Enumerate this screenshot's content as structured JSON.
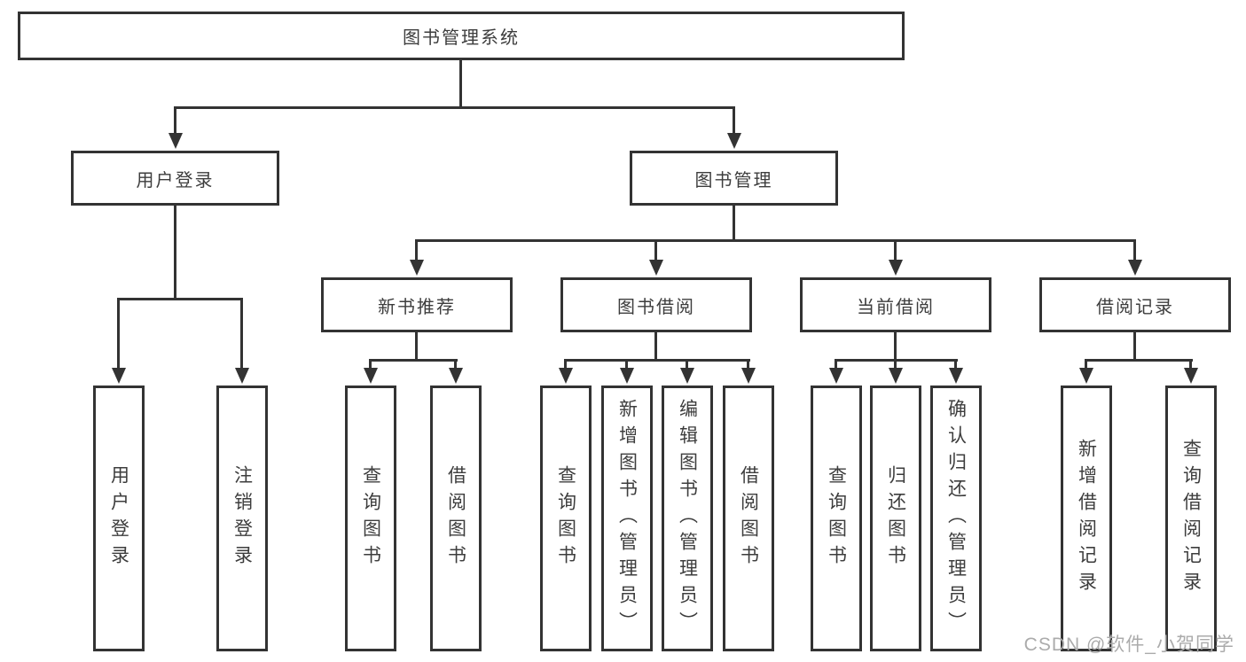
{
  "diagram": {
    "root": {
      "label": "图书管理系统"
    },
    "level1": {
      "user_login": {
        "label": "用户登录"
      },
      "book_mgmt": {
        "label": "图书管理"
      }
    },
    "level2": {
      "new_books": {
        "label": "新书推荐"
      },
      "borrowing": {
        "label": "图书借阅"
      },
      "current": {
        "label": "当前借阅"
      },
      "records": {
        "label": "借阅记录"
      }
    },
    "leaves": {
      "user_login_1": {
        "label": "用户登录"
      },
      "user_login_2": {
        "label": "注销登录"
      },
      "new_books_1": {
        "label": "查询图书"
      },
      "new_books_2": {
        "label": "借阅图书"
      },
      "borrowing_1": {
        "label": "查询图书"
      },
      "borrowing_2": {
        "label": "新增图书（管理员）"
      },
      "borrowing_3": {
        "label": "编辑图书（管理员）"
      },
      "borrowing_4": {
        "label": "借阅图书"
      },
      "current_1": {
        "label": "查询图书"
      },
      "current_2": {
        "label": "归还图书"
      },
      "current_3": {
        "label": "确认归还（管理员）"
      },
      "records_1": {
        "label": "新增借阅记录"
      },
      "records_2": {
        "label": "查询借阅记录"
      }
    },
    "watermark": "CSDN @软件_小贺同学",
    "colors": {
      "line": "#333333",
      "text": "#3d3d3d",
      "watermark": "#ababab",
      "background": "#ffffff"
    }
  }
}
